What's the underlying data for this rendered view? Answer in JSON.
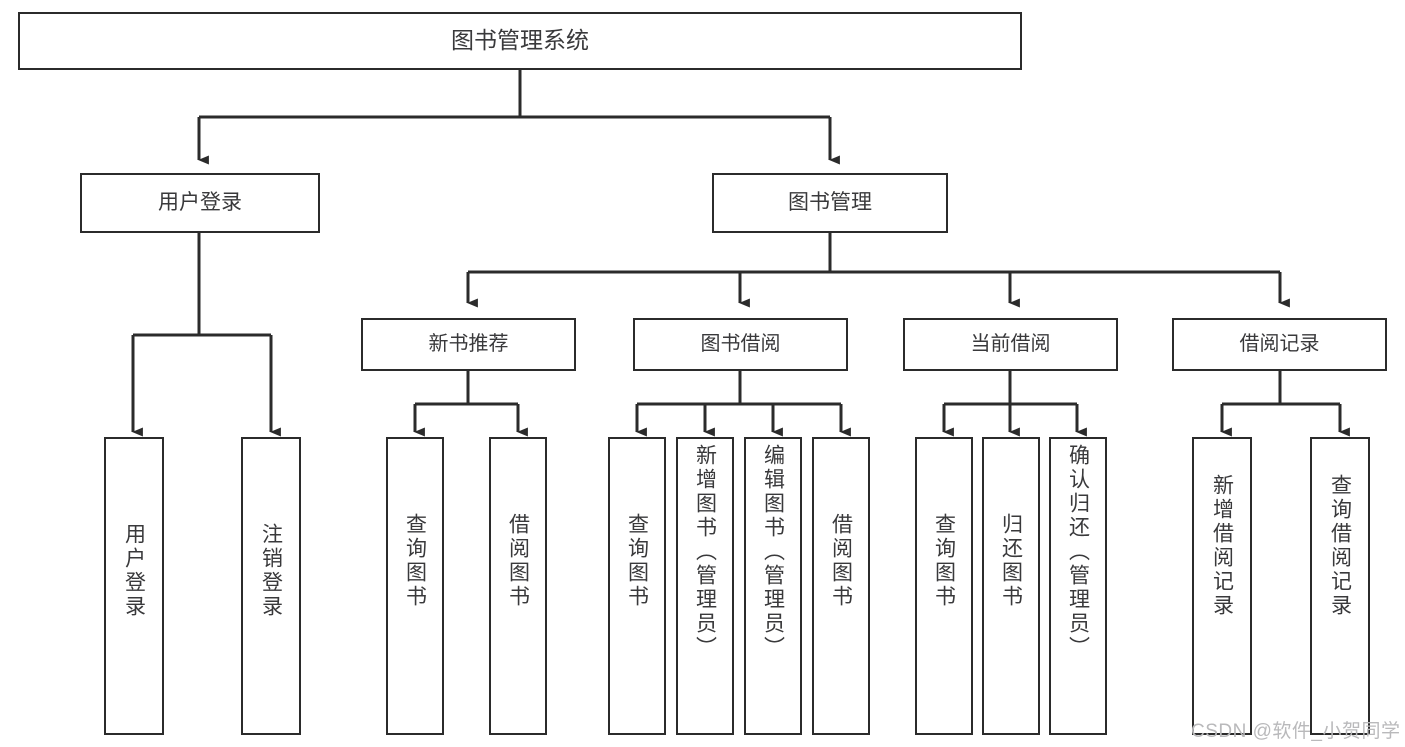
{
  "diagram": {
    "title": "图书管理系统",
    "type": "tree",
    "root": {
      "label": "图书管理系统"
    },
    "level2": [
      {
        "label": "用户登录"
      },
      {
        "label": "图书管理"
      }
    ],
    "level3": [
      {
        "label": "新书推荐"
      },
      {
        "label": "图书借阅"
      },
      {
        "label": "当前借阅"
      },
      {
        "label": "借阅记录"
      }
    ],
    "leaves": [
      {
        "label": "用户登录"
      },
      {
        "label": "注销登录"
      },
      {
        "label": "查询图书"
      },
      {
        "label": "借阅图书"
      },
      {
        "label": "查询图书"
      },
      {
        "label": "新增图书（管理员）"
      },
      {
        "label": "编辑图书（管理员）"
      },
      {
        "label": "借阅图书"
      },
      {
        "label": "查询图书"
      },
      {
        "label": "归还图书"
      },
      {
        "label": "确认归还（管理员）"
      },
      {
        "label": "新增借阅记录"
      },
      {
        "label": "查询借阅记录"
      }
    ],
    "colors": {
      "box_border": "#2b2b2b",
      "box_fill": "#ffffff",
      "text": "#39393b",
      "edge": "#2b2b2b",
      "watermark": "#b9b9bb"
    }
  },
  "watermark": {
    "text": "CSDN @软件_小贺同学"
  }
}
